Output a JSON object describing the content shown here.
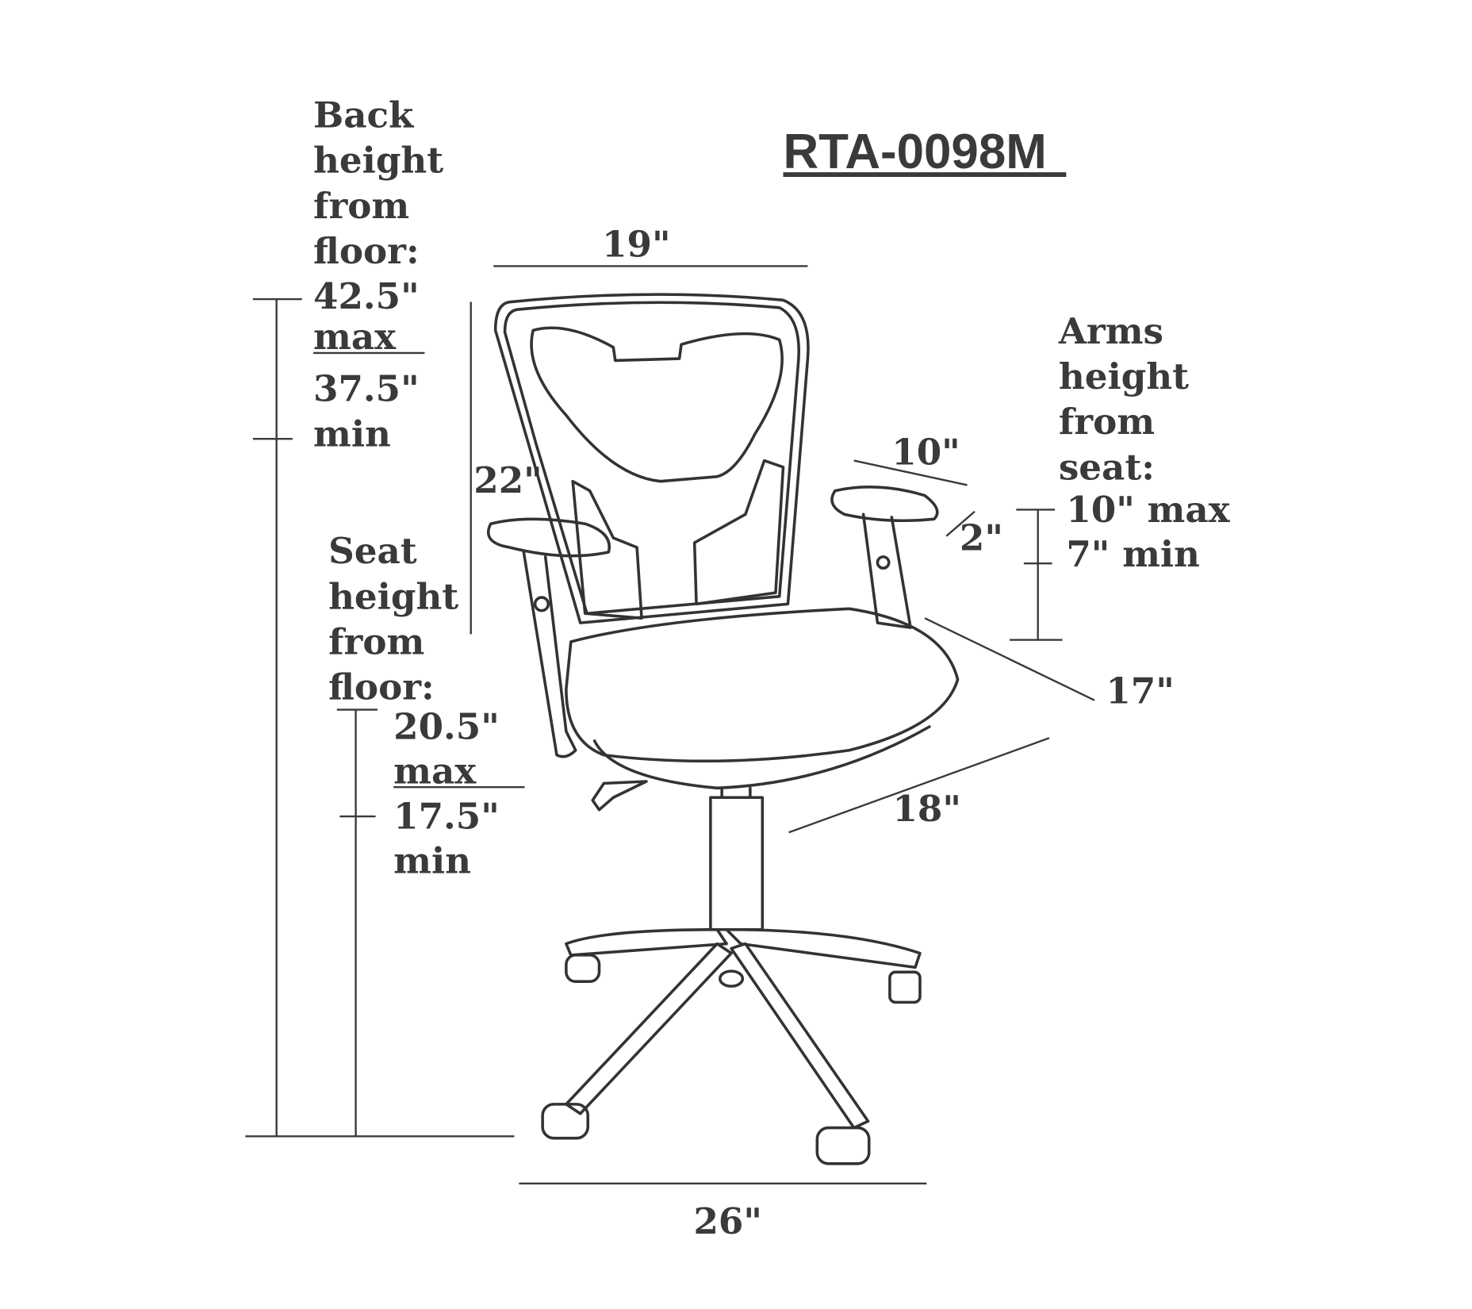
{
  "title": "RTA-0098M",
  "back_height": {
    "lines": [
      "Back",
      "height",
      "from",
      "floor:"
    ],
    "max": "42.5\"",
    "max_label": "max",
    "min": "37.5\"",
    "min_label": "min"
  },
  "seat_height": {
    "lines": [
      "Seat",
      "height",
      "from",
      "floor:"
    ],
    "max": "20.5\"",
    "max_label": "max",
    "min": "17.5\"",
    "min_label": "min"
  },
  "arms_height": {
    "lines": [
      "Arms",
      "height",
      "from",
      "seat:"
    ],
    "max": "10\" max",
    "min": "7\" min"
  },
  "dimensions": {
    "back_width": "19\"",
    "back_height": "22\"",
    "arm_length": "10\"",
    "arm_width": "2\"",
    "seat_width": "17\"",
    "seat_depth": "18\"",
    "base_width": "26\""
  }
}
